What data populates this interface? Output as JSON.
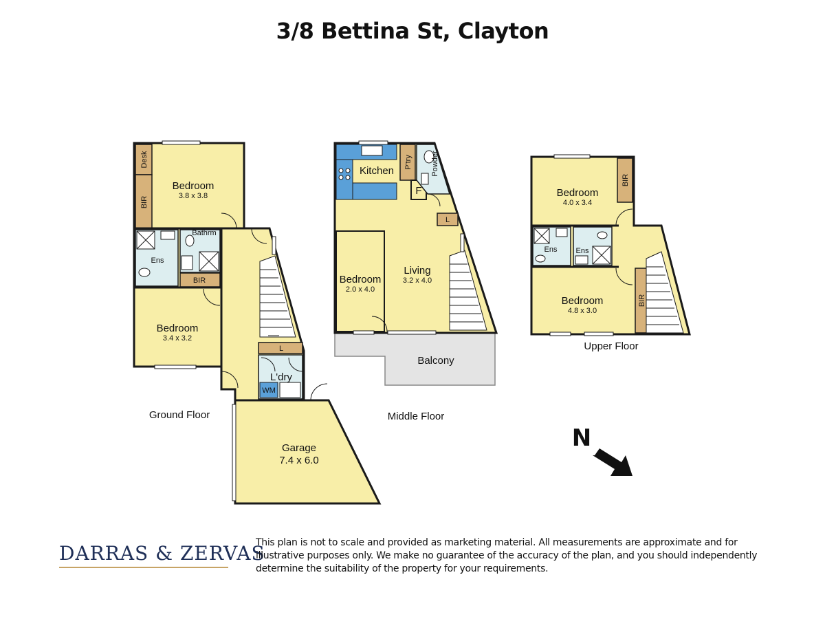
{
  "title": "3/8 Bettina St, Clayton",
  "floors": {
    "ground": {
      "label": "Ground Floor",
      "rooms": {
        "desk": "Desk",
        "bedroom1_name": "Bedroom",
        "bedroom1_size": "3.8 x 3.8",
        "bir1": "BIR",
        "bathroom": "Bathrm",
        "ensuite": "Ens",
        "bir2": "BIR",
        "bedroom2_name": "Bedroom",
        "bedroom2_size": "3.4 x 3.2",
        "linen": "L",
        "laundry": "L'dry",
        "washing_machine": "WM",
        "garage_name": "Garage",
        "garage_size": "7.4 x 6.0"
      }
    },
    "middle": {
      "label": "Middle Floor",
      "rooms": {
        "kitchen": "Kitchen",
        "pantry": "P'try",
        "fridge": "F",
        "powder": "Powder",
        "linen": "L",
        "bedroom_name": "Bedroom",
        "bedroom_size": "2.0 x 4.0",
        "living_name": "Living",
        "living_size": "3.2 x 4.0",
        "balcony": "Balcony"
      }
    },
    "upper": {
      "label": "Upper Floor",
      "rooms": {
        "bedroom1_name": "Bedroom",
        "bedroom1_size": "4.0 x 3.4",
        "bir1": "BIR",
        "ensuite1": "Ens",
        "ensuite2": "Ens",
        "bedroom2_name": "Bedroom",
        "bedroom2_size": "4.8 x 3.0",
        "bir2": "BIR"
      }
    }
  },
  "compass": {
    "label": "N",
    "icon": "north-arrow-icon"
  },
  "brand": "DARRAS & ZERVAS",
  "disclaimer": "This plan is not to scale and provided as marketing material. All measurements are approximate and for illustrative purposes only. We make no guarantee of the accuracy of the plan, and you should independently determine the suitability of the property for your requirements.",
  "colors": {
    "floor": "#f8eea8",
    "wet_area": "#ddeef0",
    "cabinetry": "#d7b27a",
    "appliance": "#5aa0d8",
    "balcony": "#e4e4e4",
    "brand": "#1f2f57",
    "brand_accent": "#c7a466"
  }
}
